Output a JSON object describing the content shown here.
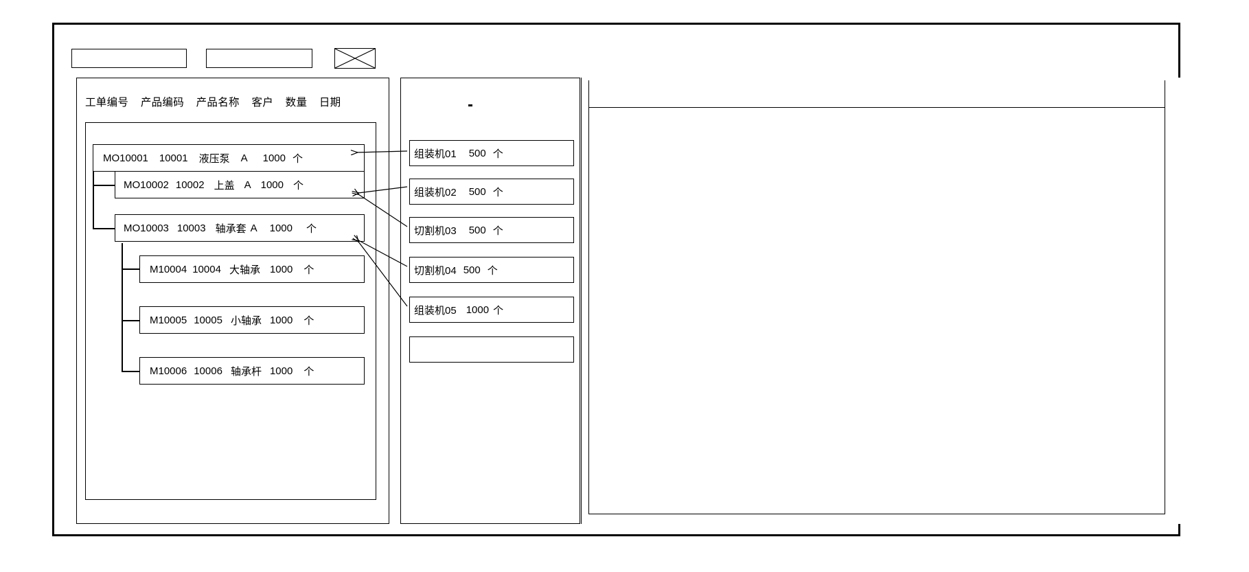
{
  "toolbar": {
    "field_1_value": "",
    "field_1_placeholder": "",
    "field_2_value": "",
    "field_2_placeholder": "",
    "image_placeholder_icon": "crossed-box-icon"
  },
  "left_panel": {
    "columns": [
      "工单编号",
      "产品编码",
      "产品名称",
      "客户",
      "数量",
      "日期"
    ],
    "rows": [
      {
        "order_no": "MO10001",
        "product_code": "10001",
        "product_name": "液压泵",
        "customer": "A",
        "quantity": "1000",
        "unit": "个",
        "level": 0
      },
      {
        "order_no": "MO10002",
        "product_code": "10002",
        "product_name": "上盖",
        "customer": "A",
        "quantity": "1000",
        "unit": "个",
        "level": 1
      },
      {
        "order_no": "MO10003",
        "product_code": "10003",
        "product_name": "轴承套",
        "customer": "A",
        "quantity": "1000",
        "unit": "个",
        "level": 1
      },
      {
        "order_no": "M10004",
        "product_code": "10004",
        "product_name": "大轴承",
        "customer": "",
        "quantity": "1000",
        "unit": "个",
        "level": 2
      },
      {
        "order_no": "M10005",
        "product_code": "10005",
        "product_name": "小轴承",
        "customer": "",
        "quantity": "1000",
        "unit": "个",
        "level": 2
      },
      {
        "order_no": "M10006",
        "product_code": "10006",
        "product_name": "轴承杆",
        "customer": "",
        "quantity": "1000",
        "unit": "个",
        "level": 2
      }
    ]
  },
  "middle_panel": {
    "machines": [
      {
        "name": "组装机01",
        "quantity": "500",
        "unit": "个"
      },
      {
        "name": "组装机02",
        "quantity": "500",
        "unit": "个"
      },
      {
        "name": "切割机03",
        "quantity": "500",
        "unit": "个"
      },
      {
        "name": "切割机04",
        "quantity": "500",
        "unit": "个"
      },
      {
        "name": "组装机05",
        "quantity": "1000",
        "unit": "个"
      },
      {
        "name": "",
        "quantity": "",
        "unit": ""
      }
    ]
  },
  "right_panel": {
    "header_text": "",
    "body_text": ""
  },
  "colors": {
    "line": "#000000",
    "background": "#ffffff"
  }
}
